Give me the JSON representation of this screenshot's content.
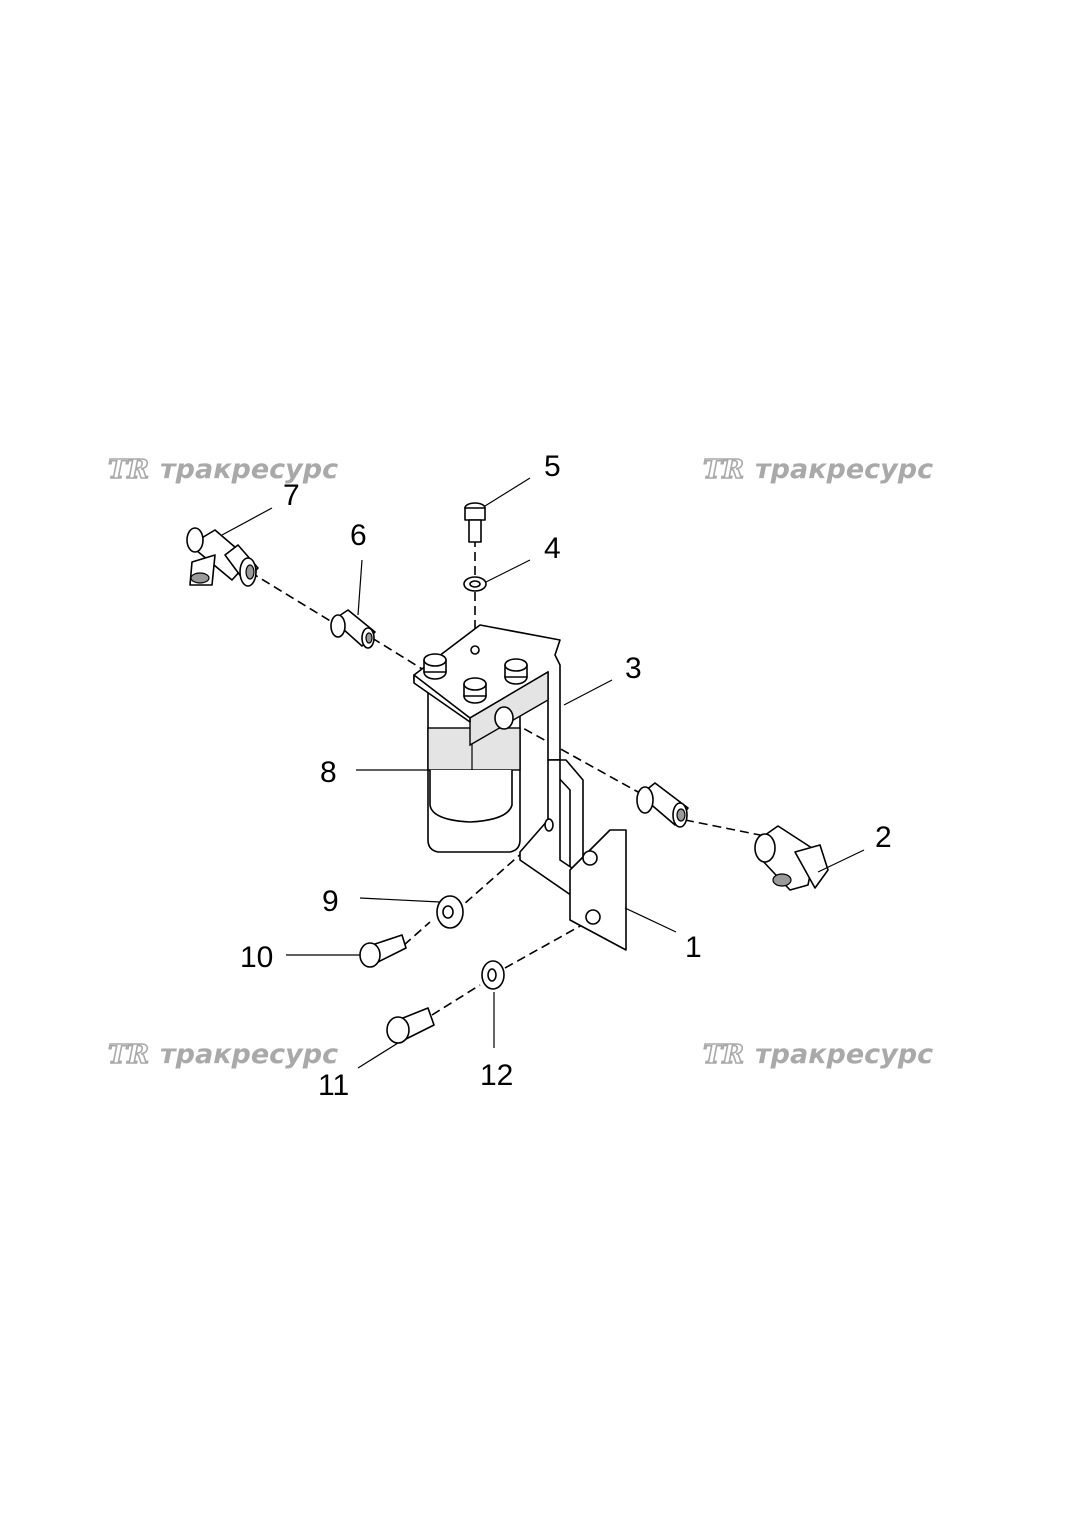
{
  "watermarks": [
    {
      "logo": "TR",
      "text": "тракресурс"
    },
    {
      "logo": "TR",
      "text": "тракресурс"
    },
    {
      "logo": "TR",
      "text": "тракресурс"
    },
    {
      "logo": "TR",
      "text": "тракресурс"
    }
  ],
  "callouts": [
    "1",
    "2",
    "3",
    "4",
    "5",
    "6",
    "7",
    "8",
    "9",
    "10",
    "11",
    "12"
  ],
  "parts": [
    {
      "ref": "1",
      "name": "lower-bracket"
    },
    {
      "ref": "2",
      "name": "elbow-fitting"
    },
    {
      "ref": "3",
      "name": "upper-bracket"
    },
    {
      "ref": "4",
      "name": "washer"
    },
    {
      "ref": "5",
      "name": "bolt"
    },
    {
      "ref": "6",
      "name": "adapter-fitting"
    },
    {
      "ref": "7",
      "name": "tee-fitting"
    },
    {
      "ref": "8",
      "name": "filter-canister"
    },
    {
      "ref": "9",
      "name": "washer"
    },
    {
      "ref": "10",
      "name": "bolt"
    },
    {
      "ref": "11",
      "name": "bolt"
    },
    {
      "ref": "12",
      "name": "washer"
    }
  ]
}
